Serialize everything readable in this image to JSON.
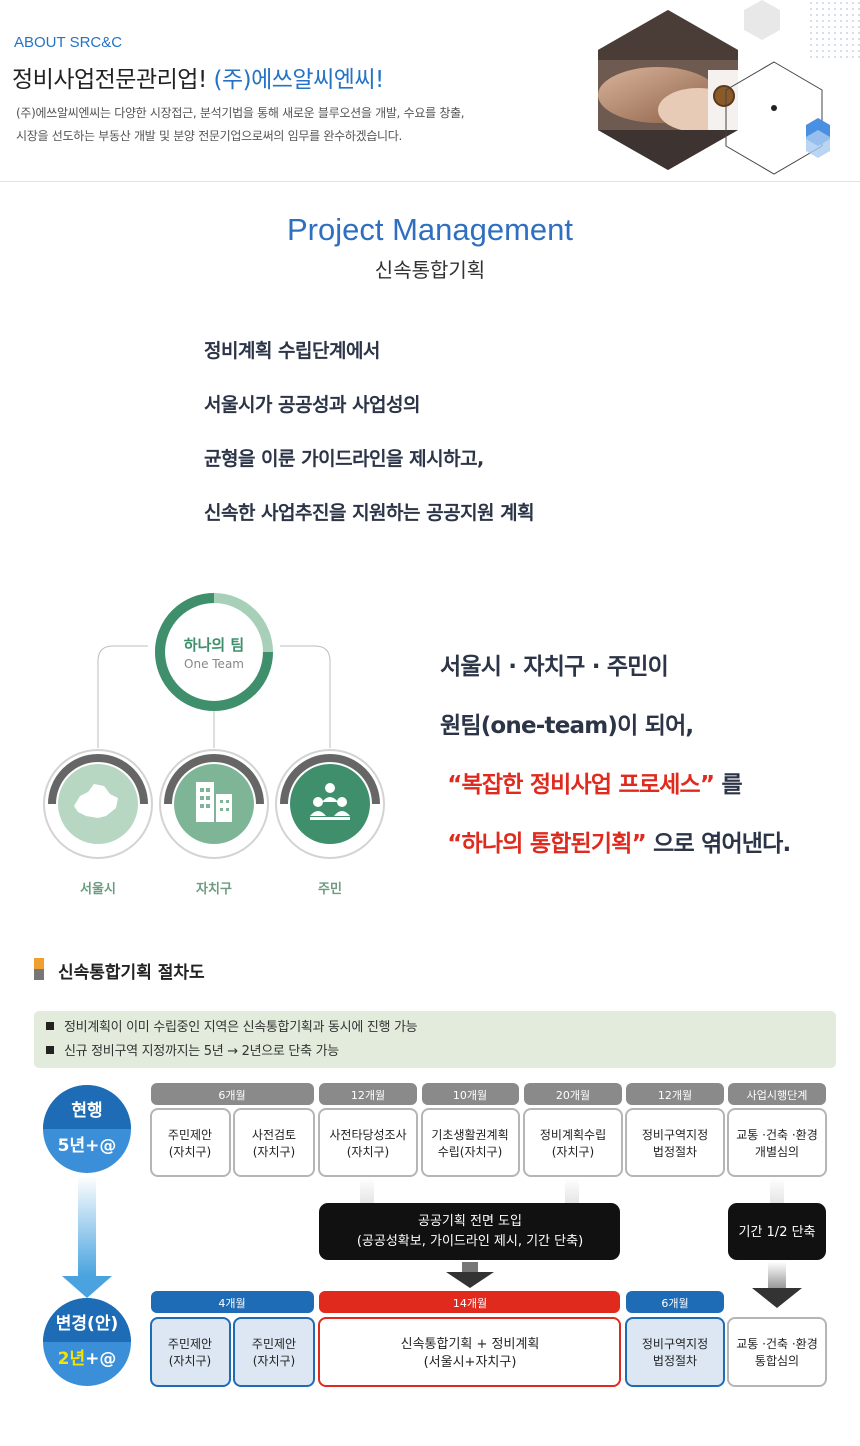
{
  "header": {
    "subtitle": "ABOUT SRC&C",
    "title_main": "정비사업전문관리업!",
    "title_highlight": "(주)에쓰알씨엔씨!",
    "description": [
      "(주)에쓰알씨엔씨는 다양한 시장접근, 분석기법을 통해 새로운 블루오션을 개발, 수요를 창출,",
      "시장을 선도하는 부동산 개발 및 분양 전문기업으로써의 임무를 완수하겠습니다."
    ]
  },
  "section": {
    "title_en": "Project Management",
    "title_ko": "신속통합기획"
  },
  "intro_lines": [
    "정비계획 수립단계에서",
    "서울시가 공공성과 사업성의",
    "균형을 이룬 가이드라인을 제시하고,",
    "신속한 사업추진을 지원하는 공공지원 계획"
  ],
  "team": {
    "center_ko": "하나의 팀",
    "center_en": "One Team",
    "members": [
      "서울시",
      "자치구",
      "주민"
    ]
  },
  "message": {
    "line1": "서울시 · 자치구 · 주민이",
    "line2": "원팀(one-team)이 되어,",
    "line3_red": "“복잡한 정비사업 프로세스”",
    "line3_rest": " 를",
    "line4_red": "“하나의 통합된기획”",
    "line4_rest": " 으로 엮어낸다."
  },
  "procedure": {
    "title": "신속통합기획 절차도",
    "notes": [
      "정비계획이 이미 수립중인 지역은 신속통합기획과 동시에 진행 가능",
      "신규 정비구역 지정까지는 5년 → 2년으로 단축 가능"
    ],
    "current": {
      "label": "현행",
      "period": "5년+@",
      "durations": [
        "6개월",
        "12개월",
        "10개월",
        "20개월",
        "12개월",
        "사업시행단계"
      ],
      "steps": [
        [
          "주민제안",
          "(자치구)"
        ],
        [
          "사전검토",
          "(자치구)"
        ],
        [
          "사전타당성조사",
          "(자치구)"
        ],
        [
          "기초생활권계획",
          "수립(자치구)"
        ],
        [
          "정비계획수립",
          "(자치구)"
        ],
        [
          "정비구역지정",
          "법정절차"
        ],
        [
          "교통 ·건축 ·환경",
          "개별심의"
        ]
      ]
    },
    "callout_public": [
      "공공기획 전면 도입",
      "(공공성확보, 가이드라인 제시, 기간 단축)"
    ],
    "callout_half": "기간 1/2 단축",
    "proposed": {
      "label": "변경(안)",
      "period": "2년+@",
      "period_highlight": "2년",
      "period_suffix": "+@",
      "durations": [
        "4개월",
        "14개월",
        "6개월"
      ],
      "steps": [
        [
          "주민제안",
          "(자치구)"
        ],
        [
          "주민제안",
          "(자치구)"
        ],
        [
          "신속통합기획 + 정비계획",
          "(서울시+자치구)"
        ],
        [
          "정비구역지정",
          "법정절차"
        ],
        [
          "교통 ·건축 ·환경",
          "통합심의"
        ]
      ]
    }
  },
  "colors": {
    "brand_blue": "#2573c4",
    "team_green": "#3f8f6c",
    "alert_red": "#e02a1e",
    "current_blue": "#1e6cb5",
    "proposed_box": "#dce7f3"
  }
}
